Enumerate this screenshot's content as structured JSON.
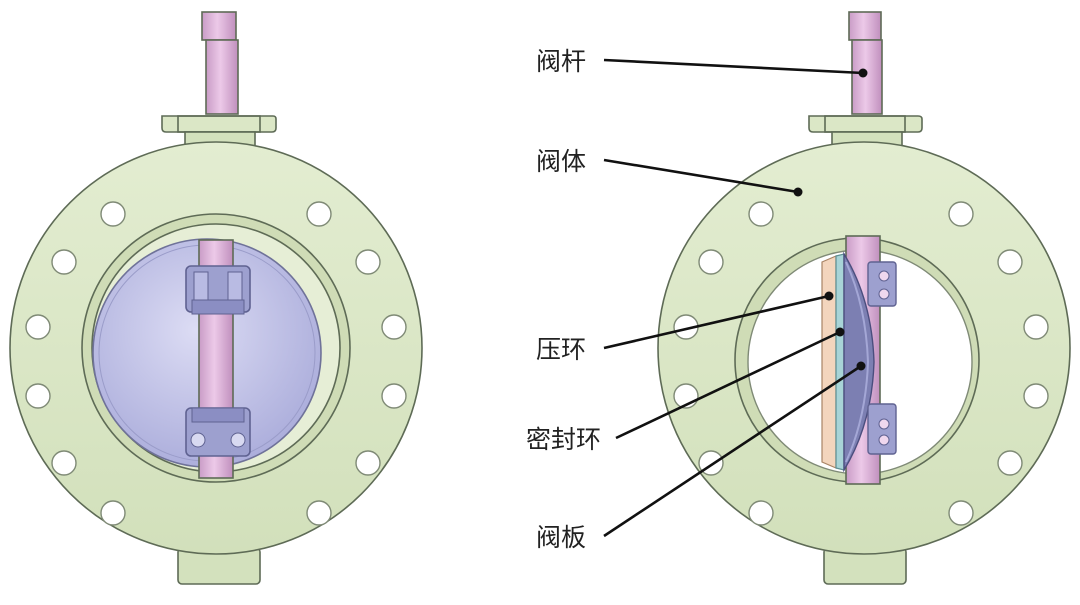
{
  "diagram": {
    "labels": {
      "stem": "阀杆",
      "body": "阀体",
      "pressure_ring": "压环",
      "seal_ring": "密封环",
      "disc": "阀板"
    },
    "colors": {
      "body": "#dbe7c6",
      "body_dark": "#c7d6ae",
      "stem": "#dcb2d8",
      "disc": "#c4c6ea",
      "disc_dark": "#7c7fb2",
      "pressure_ring": "#f3d5bd",
      "seal_ring": "#a8d4d7",
      "leader": "#111111"
    }
  }
}
